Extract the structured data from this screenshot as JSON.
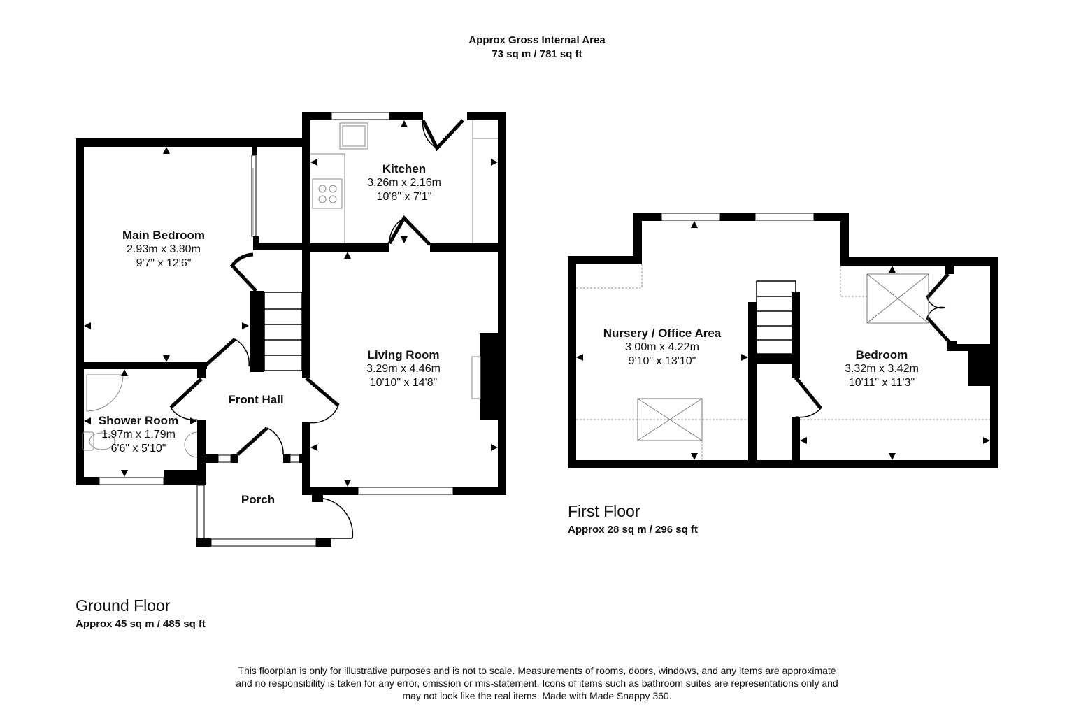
{
  "header": {
    "title": "Approx Gross Internal Area",
    "total_area": "73 sq m / 781 sq ft"
  },
  "ground_floor": {
    "title": "Ground Floor",
    "area": "Approx 45 sq m / 485 sq ft",
    "rooms": [
      {
        "name": "Main Bedroom",
        "metric": "2.93m x 3.80m",
        "imperial": "9'7\" x 12'6\""
      },
      {
        "name": "Kitchen",
        "metric": "3.26m x 2.16m",
        "imperial": "10'8\" x 7'1\""
      },
      {
        "name": "Living Room",
        "metric": "3.29m x 4.46m",
        "imperial": "10'10\" x 14'8\""
      },
      {
        "name": "Front Hall"
      },
      {
        "name": "Shower Room",
        "metric": "1.97m x 1.79m",
        "imperial": "6'6\" x 5'10\""
      },
      {
        "name": "Porch"
      }
    ]
  },
  "first_floor": {
    "title": "First Floor",
    "area": "Approx 28 sq m / 296 sq ft",
    "rooms": [
      {
        "name": "Nursery / Office Area",
        "metric": "3.00m x 4.22m",
        "imperial": "9'10\" x 13'10\""
      },
      {
        "name": "Bedroom",
        "metric": "3.32m x 3.42m",
        "imperial": "10'11\" x 11'3\""
      }
    ]
  },
  "disclaimer": {
    "line1": "This floorplan is only for illustrative purposes and is not to scale. Measurements of rooms, doors, windows, and any items are approximate",
    "line2": "and no responsibility is taken for any error, omission or mis-statement. Icons of items such as bathroom suites are representations only and",
    "line3": "may not look like the real items. Made with Made Snappy 360."
  },
  "colors": {
    "wall": "#000000",
    "fixture": "#888888",
    "dashed": "#999999",
    "background": "#ffffff"
  }
}
